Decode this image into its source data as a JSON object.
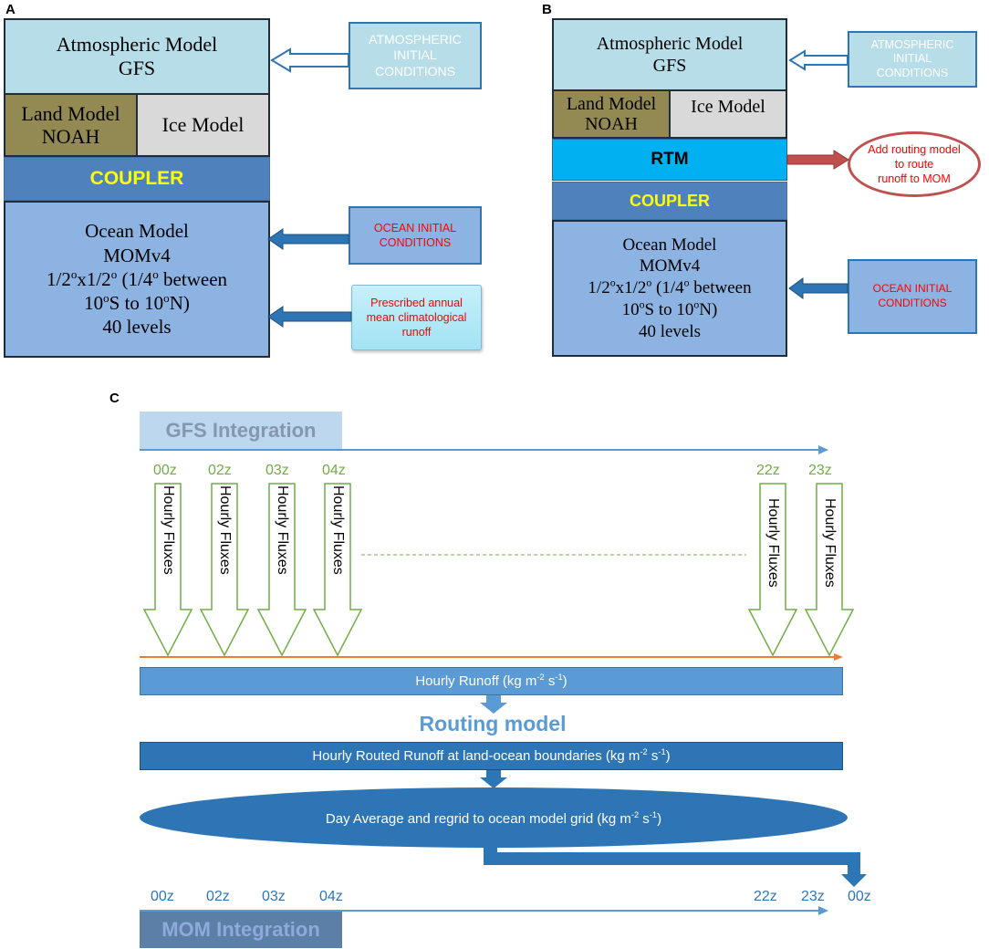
{
  "panelA": {
    "label": "A",
    "atm": {
      "line1": "Atmospheric Model",
      "line2": "GFS"
    },
    "atm_ic": {
      "line1": "ATMOSPHERIC",
      "line2": "INITIAL",
      "line3": "CONDITIONS"
    },
    "land": {
      "line1": "Land Model",
      "line2": "NOAH"
    },
    "ice": "Ice Model",
    "coupler": "COUPLER",
    "ocean": {
      "line1": "Ocean Model",
      "line2": "MOMv4",
      "res_a": "1/2",
      "res_o1": "o",
      "res_b": "x1/2",
      "res_o2": "o",
      "res_c": " (1/4",
      "res_o3": "o",
      "res_d": " between",
      "lat_a": "10",
      "lat_o1": "o",
      "lat_b": "S to 10",
      "lat_o2": "o",
      "lat_c": "N)",
      "levels": "40 levels"
    },
    "ocean_ic": {
      "line1": "OCEAN INITIAL",
      "line2": "CONDITIONS"
    },
    "runoff": {
      "line1": "Prescribed annual",
      "line2": "mean climatological",
      "line3": "runoff"
    }
  },
  "panelB": {
    "label": "B",
    "atm": {
      "line1": "Atmospheric Model",
      "line2": "GFS"
    },
    "atm_ic": {
      "line1": "ATMOSPHERIC",
      "line2": "INITIAL",
      "line3": "CONDITIONS"
    },
    "land": {
      "line1": "Land Model",
      "line2": "NOAH"
    },
    "ice": "Ice Model",
    "rtm": "RTM",
    "routing_note": {
      "line1": "Add routing model",
      "line2": "to route",
      "line3": "runoff to MOM"
    },
    "coupler": "COUPLER",
    "ocean": {
      "line1": "Ocean Model",
      "line2": "MOMv4",
      "res_a": "1/2",
      "res_o1": "o",
      "res_b": "x1/2",
      "res_o2": "o",
      "res_c": " (1/4",
      "res_o3": "o",
      "res_d": " between",
      "lat_a": "10",
      "lat_o1": "o",
      "lat_b": "S to 10",
      "lat_o2": "o",
      "lat_c": "N)",
      "levels": "40 levels"
    },
    "ocean_ic": {
      "line1": "OCEAN INITIAL",
      "line2": "CONDITIONS"
    }
  },
  "panelC": {
    "label": "C",
    "gfs_integration": "GFS Integration",
    "hours_top": [
      "00z",
      "02z",
      "03z",
      "04z",
      "22z",
      "23z"
    ],
    "flux_label": "Hourly Fluxes",
    "hourly_runoff": {
      "prefix": "Hourly Runoff (kg m",
      "sup1": "-2",
      "mid": " s",
      "sup2": "-1",
      "suffix": ")"
    },
    "routing_model": "Routing model",
    "routed_runoff": {
      "prefix": "Hourly Routed Runoff at land-ocean boundaries (kg m",
      "sup1": "-2",
      "mid": " s",
      "sup2": "-1",
      "suffix": ")"
    },
    "day_average": {
      "prefix": "Day Average and regrid to ocean model grid (kg m",
      "sup1": "-2",
      "mid": " s",
      "sup2": "-1",
      "suffix": ")"
    },
    "hours_bottom": [
      "00z",
      "02z",
      "03z",
      "04z",
      "22z",
      "23z",
      "00z"
    ],
    "mom_integration": "MOM Integration"
  },
  "colors": {
    "accent_blue": "#2e75b6",
    "green": "#70ad47",
    "orange": "#ed7d31",
    "red": "#ff0000",
    "coupler_text": "#ffff00"
  }
}
